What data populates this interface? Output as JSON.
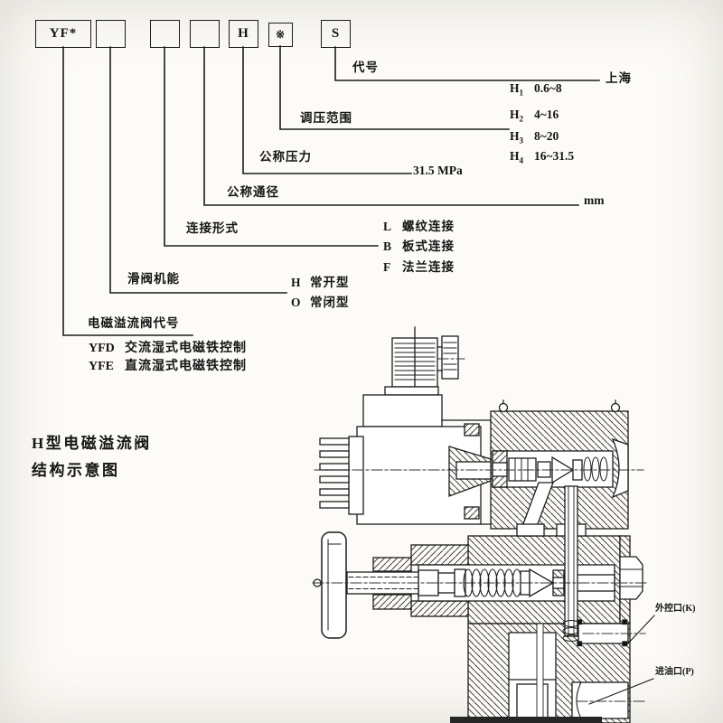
{
  "page": {
    "background": "#fcfbf7",
    "line_color": "#1c1c1c"
  },
  "model_code": {
    "boxes": [
      {
        "label": "YF*"
      },
      {
        "label": ""
      },
      {
        "label": ""
      },
      {
        "label": ""
      },
      {
        "label": "H"
      },
      {
        "label": "※"
      },
      {
        "label": "S"
      }
    ]
  },
  "callouts": {
    "code": {
      "label": "代号",
      "value": "上海"
    },
    "pressure_range": {
      "label": "调压范围",
      "items": [
        {
          "code": "H",
          "sub": "1",
          "value": "0.6~8"
        },
        {
          "code": "H",
          "sub": "2",
          "value": "4~16"
        },
        {
          "code": "H",
          "sub": "3",
          "value": "8~20"
        },
        {
          "code": "H",
          "sub": "4",
          "value": "16~31.5"
        }
      ]
    },
    "nominal_pressure": {
      "label": "公称压力",
      "value": "31.5 MPa"
    },
    "nominal_diameter": {
      "label": "公称通径",
      "value": "mm"
    },
    "connection_type": {
      "label": "连接形式",
      "items": [
        {
          "code": "L",
          "value": "螺纹连接"
        },
        {
          "code": "B",
          "value": "板式连接"
        },
        {
          "code": "F",
          "value": "法兰连接"
        }
      ]
    },
    "spool_function": {
      "label": "滑阀机能",
      "items": [
        {
          "code": "H",
          "value": "常开型"
        },
        {
          "code": "O",
          "value": "常闭型"
        }
      ]
    },
    "valve_code": {
      "label": "电磁溢流阀代号",
      "items": [
        {
          "code": "YFD",
          "value": "交流湿式电磁铁控制"
        },
        {
          "code": "YFE",
          "value": "直流湿式电磁铁控制"
        }
      ]
    }
  },
  "structure_diagram": {
    "title_line1": "H型电磁溢流阀",
    "title_line2": "结构示意图",
    "ports": {
      "external_control": "外控口(K)",
      "oil_inlet": "进油口(P)"
    }
  }
}
